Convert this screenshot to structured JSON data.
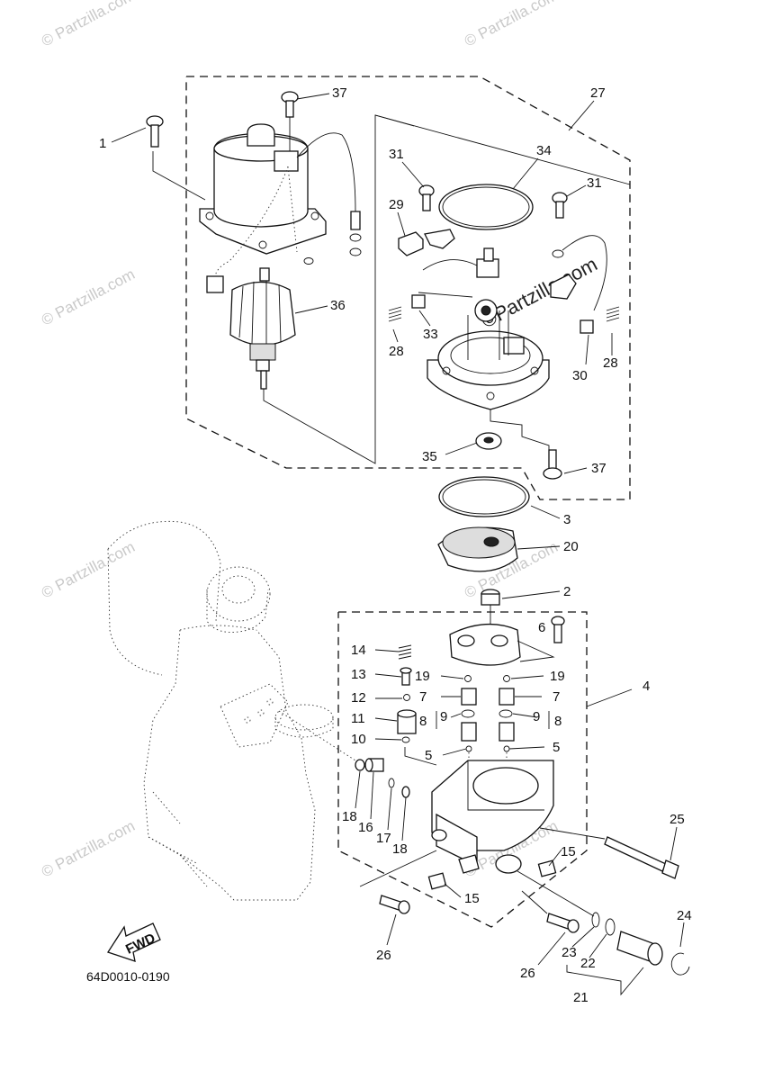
{
  "diagram": {
    "code": "64D0010-0190",
    "fwd_label": "FWD",
    "watermark": "© Partzilla.com",
    "watermark_center": "©Partzilla.com",
    "callouts": {
      "c1": "1",
      "c2": "2",
      "c3": "3",
      "c4": "4",
      "c5a": "5",
      "c5b": "5",
      "c6": "6",
      "c7a": "7",
      "c7b": "7",
      "c8a": "8",
      "c8b": "8",
      "c9a": "9",
      "c9b": "9",
      "c10": "10",
      "c11": "11",
      "c12": "12",
      "c13": "13",
      "c14": "14",
      "c15a": "15",
      "c15b": "15",
      "c16": "16",
      "c17": "17",
      "c18a": "18",
      "c18b": "18",
      "c19a": "19",
      "c19b": "19",
      "c20": "20",
      "c21": "21",
      "c22": "22",
      "c23": "23",
      "c24": "24",
      "c25": "25",
      "c26a": "26",
      "c26b": "26",
      "c27": "27",
      "c28a": "28",
      "c28b": "28",
      "c29": "29",
      "c30": "30",
      "c31a": "31",
      "c31b": "31",
      "c33": "33",
      "c34": "34",
      "c35": "35",
      "c36": "36",
      "c37a": "37",
      "c37b": "37"
    }
  }
}
